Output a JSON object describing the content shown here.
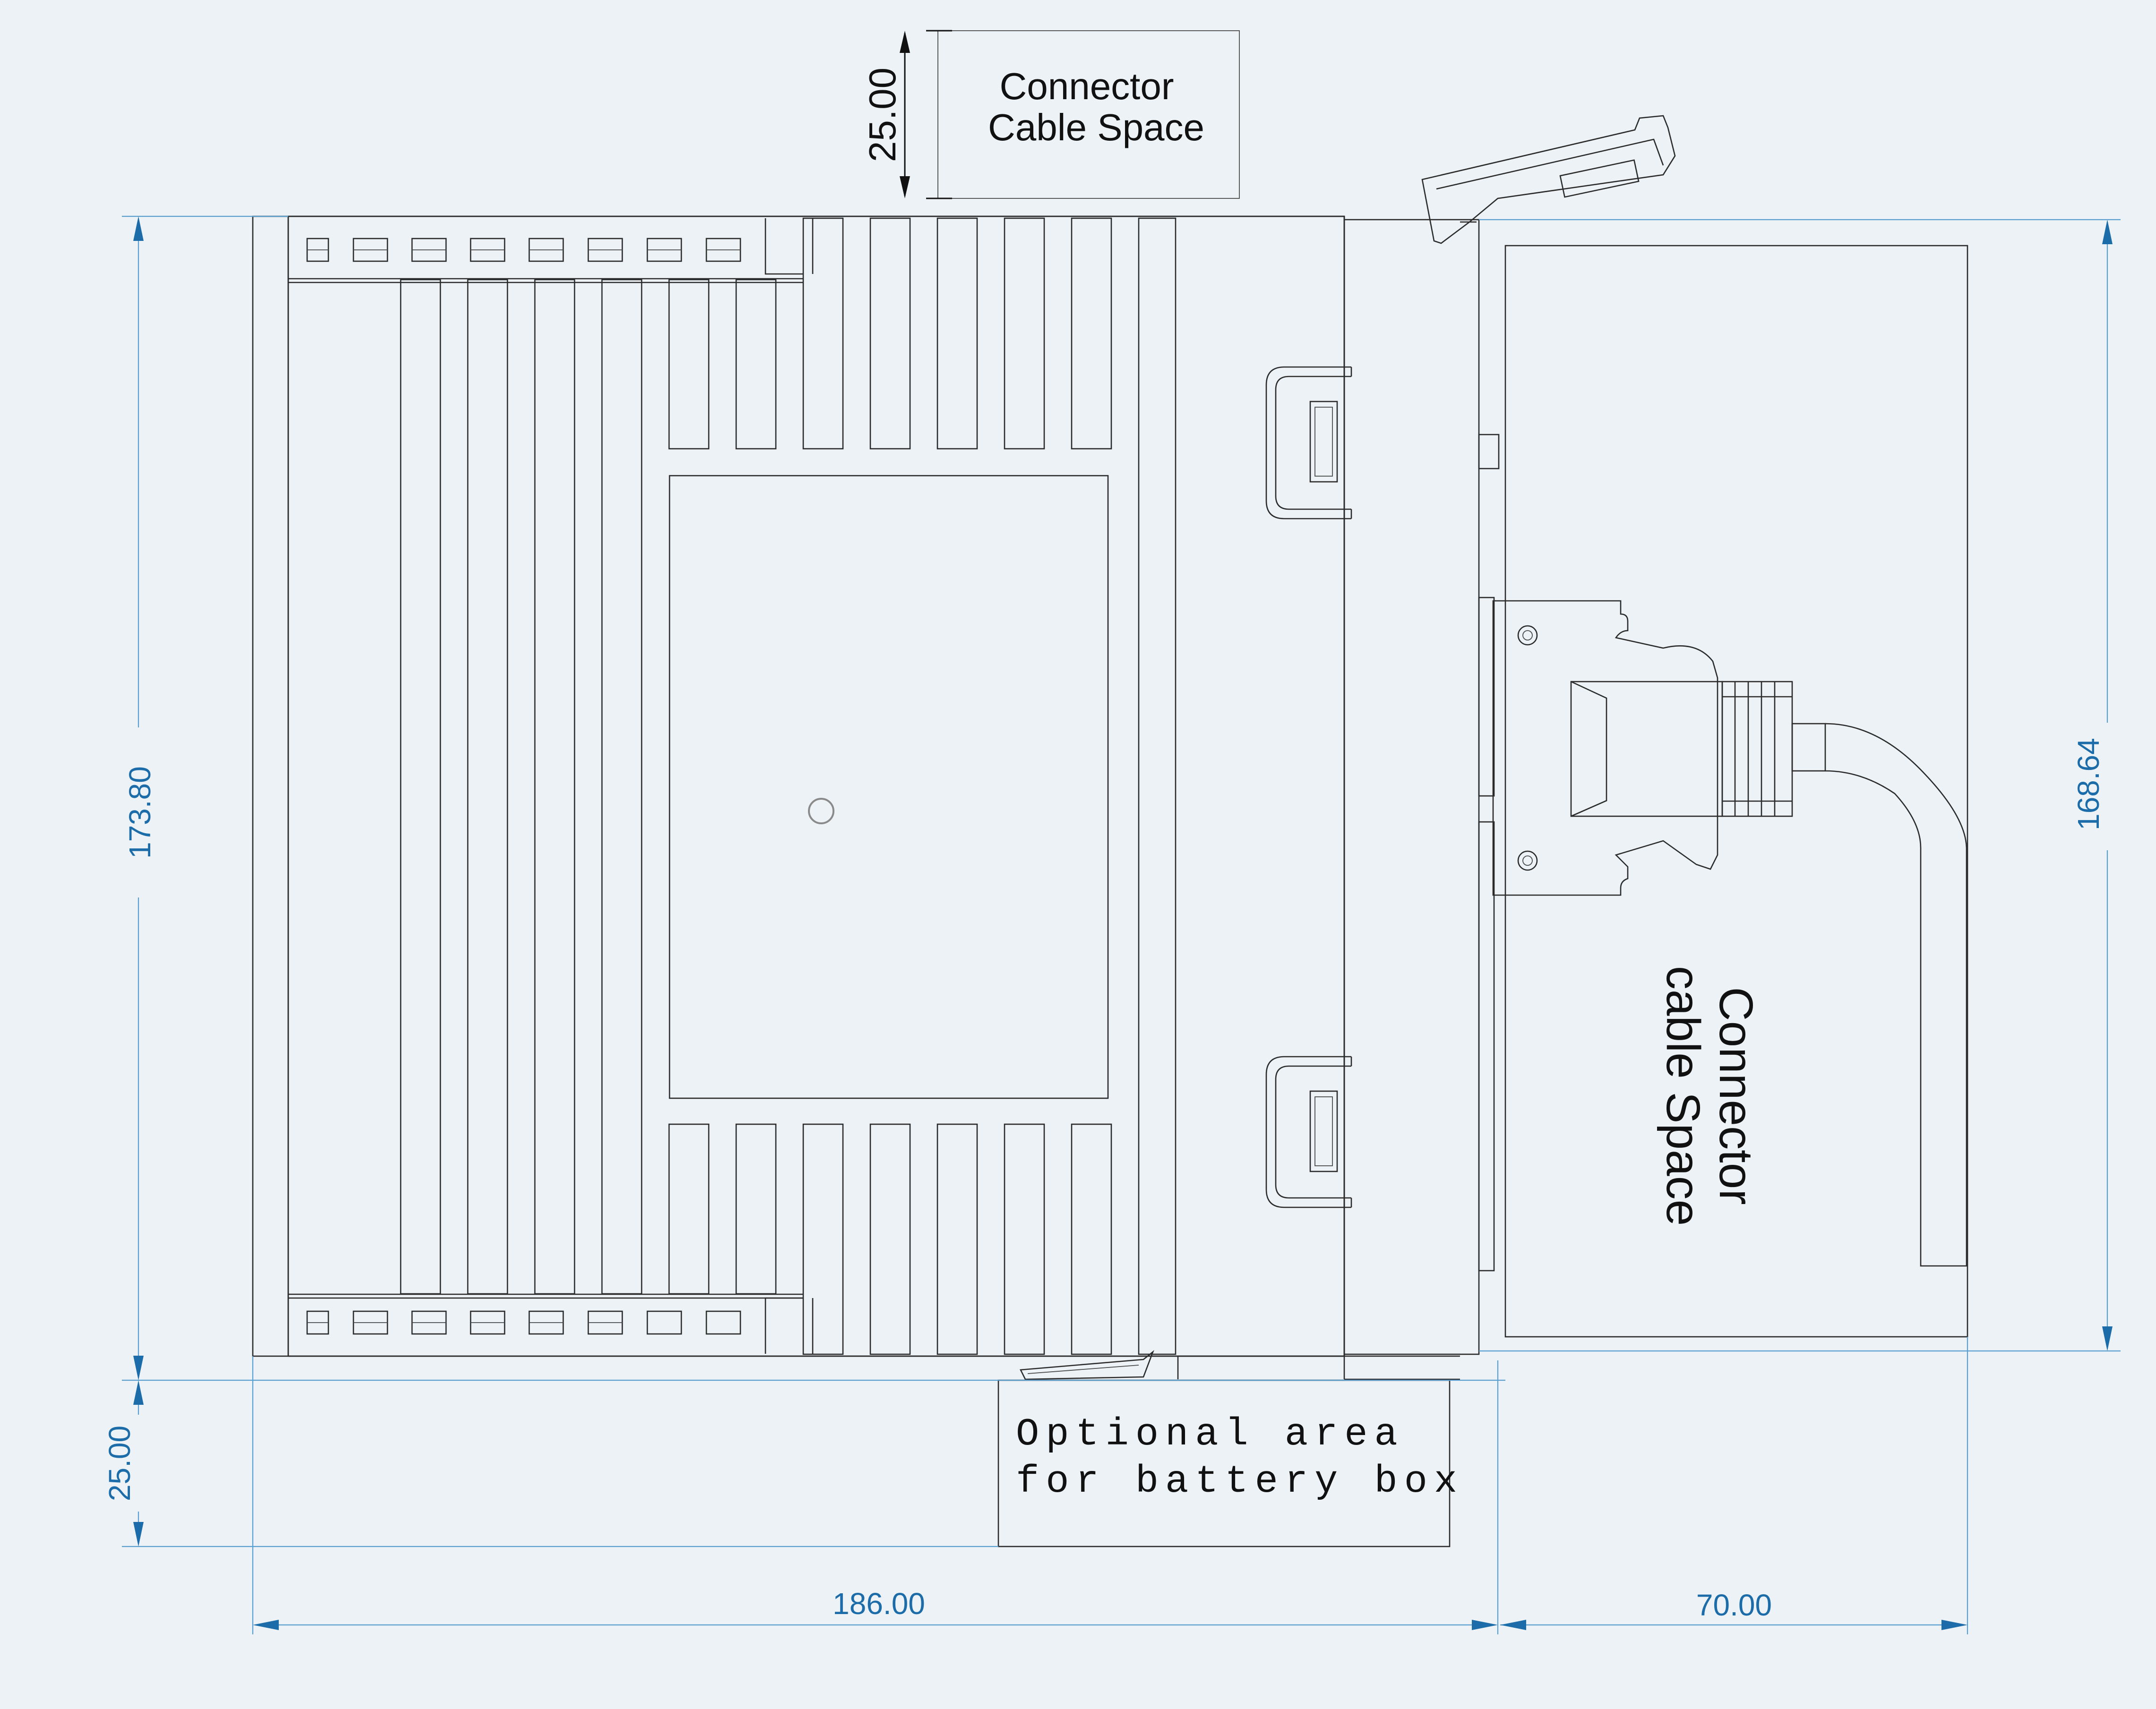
{
  "dimensions": {
    "top_clearance": "25.00",
    "left_height": "173.80",
    "bottom_clearance": "25.00",
    "right_height": "168.64",
    "bottom_width": "186.00",
    "cable_width": "70.00"
  },
  "labels": {
    "top_space_line1": "Connector",
    "top_space_line2": "Cable Space",
    "side_space_line1": "Connector",
    "side_space_line2": "cable Space",
    "battery_line1": "Optional area",
    "battery_line2": "for battery box"
  },
  "colors": {
    "background": "#ecf2f5",
    "outline": "#2b2b2b",
    "dimension": "#1b6ca8"
  }
}
